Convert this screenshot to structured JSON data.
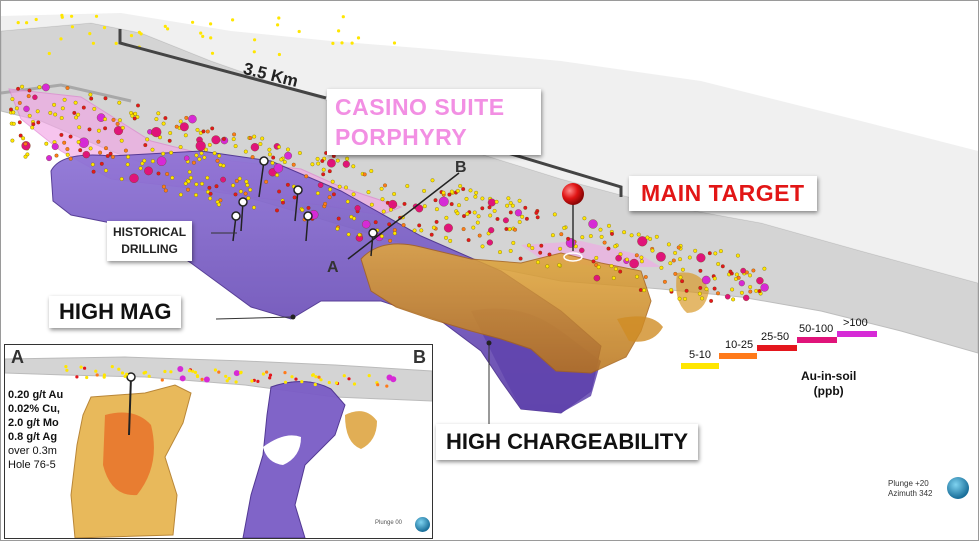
{
  "labels": {
    "distance": "3.5 Km",
    "casino_line1": "CASINO SUITE",
    "casino_line2": "PORPHYRY",
    "main_target": "MAIN TARGET",
    "historical_line1": "HISTORICAL",
    "historical_line2": "DRILLING",
    "high_mag": "HIGH MAG",
    "high_chargeability": "HIGH CHARGEABILITY",
    "section_a": "A",
    "section_b": "B"
  },
  "legend": {
    "title_line1": "Au-in-soil",
    "title_line2": "(ppb)",
    "classes": [
      {
        "label": "5-10",
        "color": "#ffe600"
      },
      {
        "label": "10-25",
        "color": "#ff7a1a"
      },
      {
        "label": "25-50",
        "color": "#e4161d"
      },
      {
        "label": "50-100",
        "color": "#e0147a"
      },
      {
        "label": ">100",
        "color": "#d62ad6"
      }
    ]
  },
  "inset": {
    "label_a": "A",
    "label_b": "B",
    "assay": [
      "0.20 g/t Au",
      "0.02% Cu,",
      "2.0 g/t Mo",
      "0.8 g/t Ag",
      "over 0.3m",
      "Hole 76-5"
    ],
    "orientation": "Plunge 00"
  },
  "orientation": {
    "plunge": "Plunge +20",
    "azimuth": "Azimuth 342"
  },
  "colors": {
    "mag_body": "#7a5cc6",
    "chargeability_body": "#d99a2b",
    "porphyry": "#f2a5e6",
    "topography": "#d4d4d4",
    "main_target": "#e01414"
  }
}
